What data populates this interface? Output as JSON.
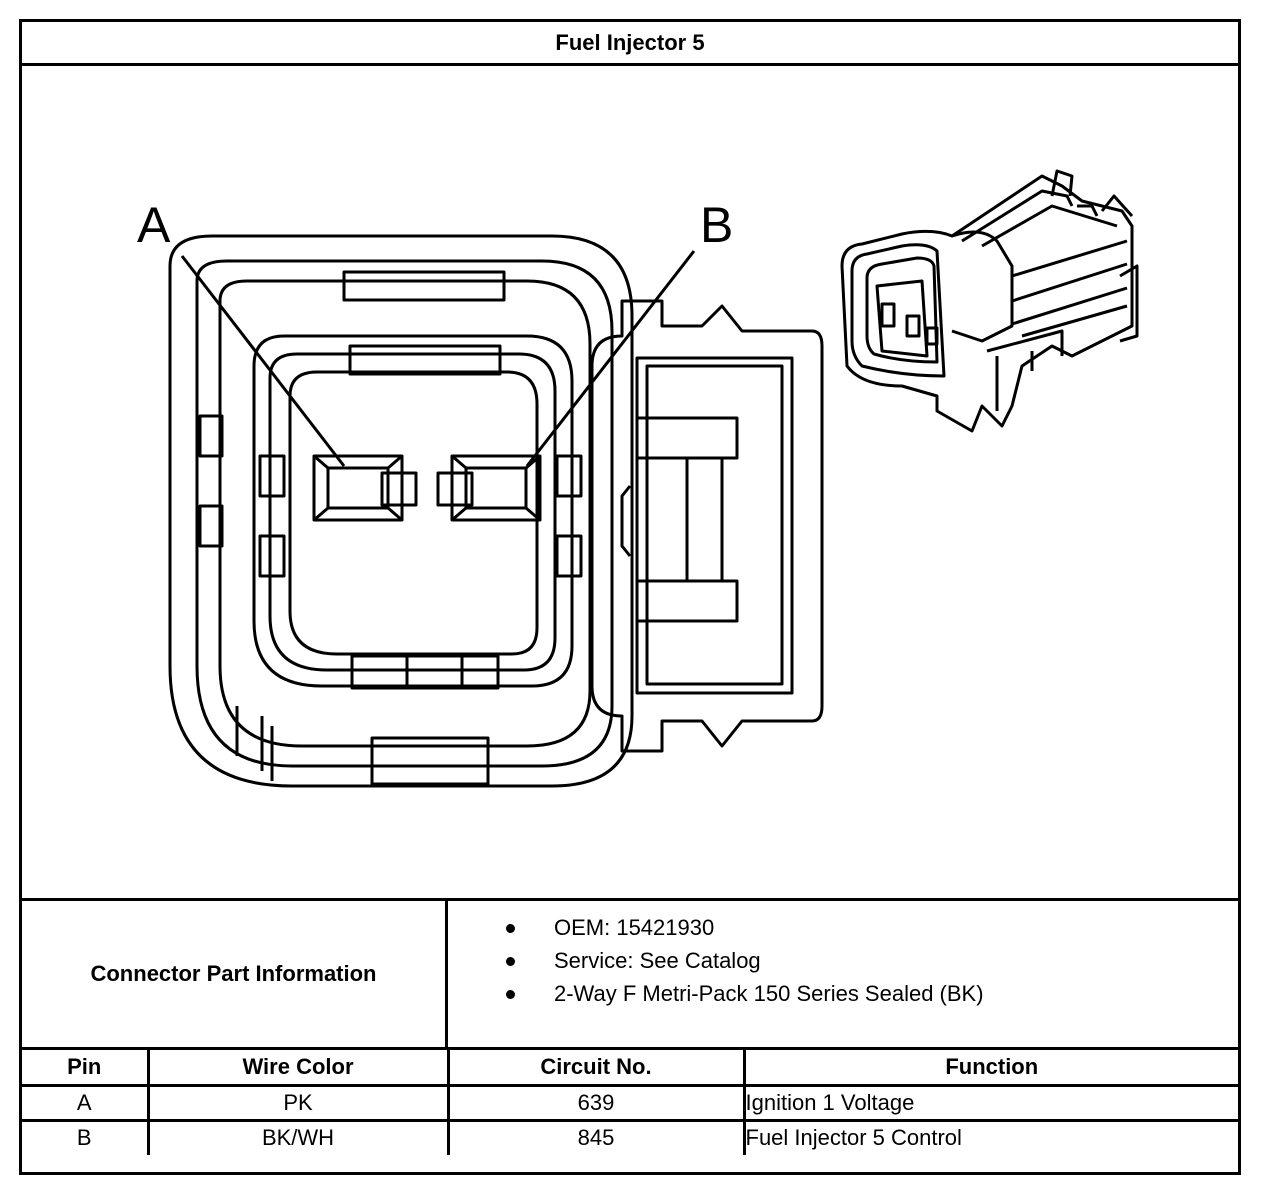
{
  "title": "Fuel Injector 5",
  "diagram": {
    "pin_labels": [
      "A",
      "B"
    ]
  },
  "connector_info": {
    "label": "Connector Part Information",
    "items": [
      "OEM: 15421930",
      "Service: See Catalog",
      "2-Way F Metri-Pack 150 Series Sealed (BK)"
    ]
  },
  "pin_table": {
    "headers": [
      "Pin",
      "Wire Color",
      "Circuit No.",
      "Function"
    ],
    "rows": [
      [
        "A",
        "PK",
        "639",
        "Ignition 1 Voltage"
      ],
      [
        "B",
        "BK/WH",
        "845",
        "Fuel Injector 5 Control"
      ]
    ]
  }
}
